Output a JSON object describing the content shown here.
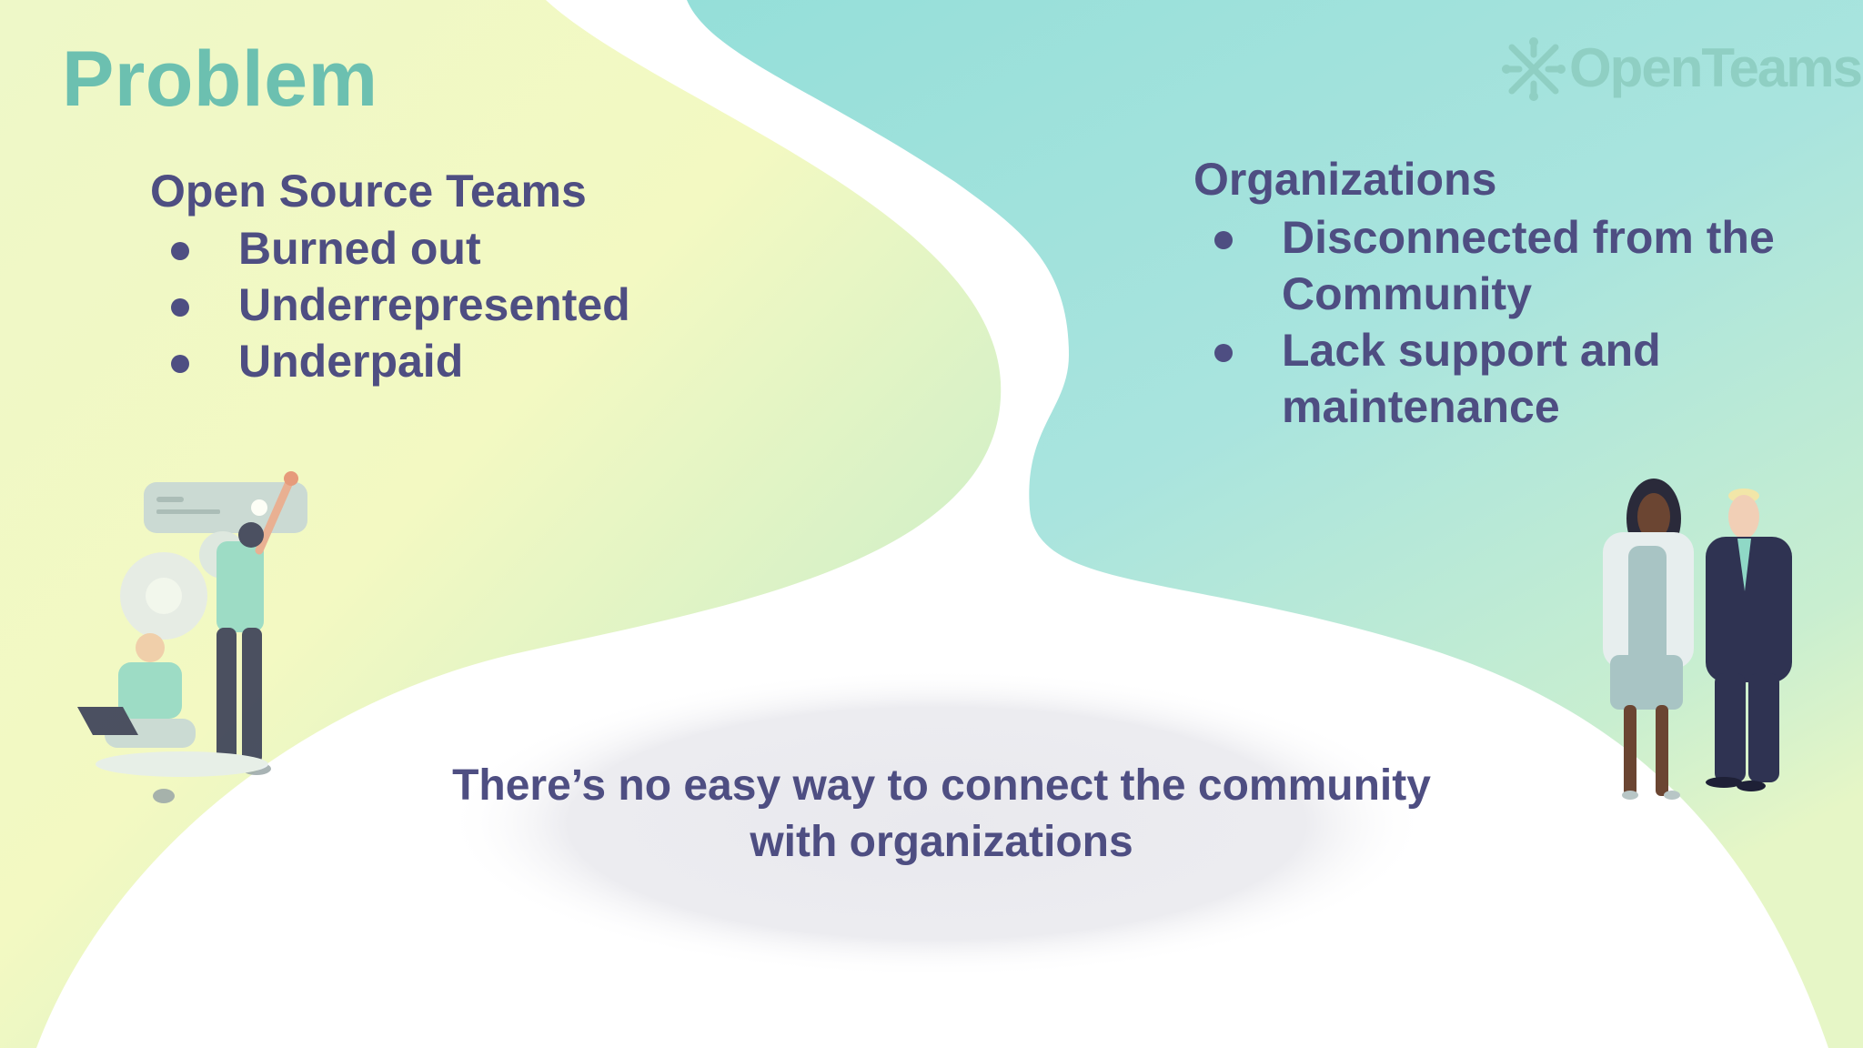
{
  "slide": {
    "title": "Problem",
    "left": {
      "heading": "Open Source Teams",
      "items": [
        "Burned out",
        "Underrepresented",
        "Underpaid"
      ]
    },
    "right": {
      "heading": "Organizations",
      "items": [
        "Disconnected from the Community",
        "Lack support and maintenance"
      ]
    },
    "tagline": "There’s no easy way to connect the community with organizations"
  },
  "logo": {
    "text": "OpenTeams",
    "icon": "openteams-asterisk-icon"
  },
  "colors": {
    "title": "#6cc0b0",
    "text": "#4e4e82",
    "bg_yellow": "#f1f8c4",
    "bg_teal": "#a4e3dd",
    "logo": "#8fcfc3"
  },
  "illustrations": {
    "left": "developers-working-illustration",
    "right": "business-people-illustration"
  }
}
